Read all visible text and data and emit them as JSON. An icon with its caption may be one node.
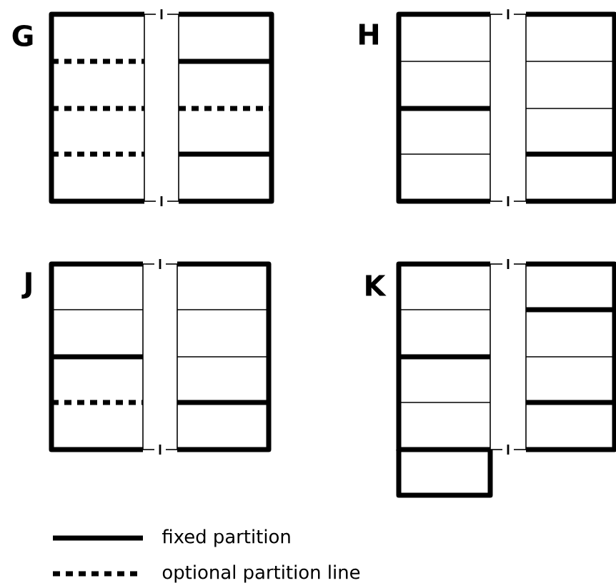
{
  "diagram": {
    "labels": [
      "G",
      "H",
      "J",
      "K"
    ],
    "legend": [
      {
        "text": "fixed partition"
      },
      {
        "text": "optional partition line"
      }
    ]
  }
}
